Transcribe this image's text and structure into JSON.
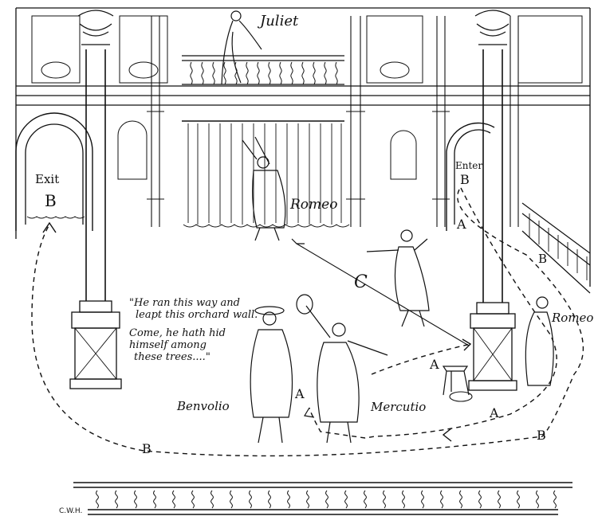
{
  "labels": {
    "juliet": "Juliet",
    "romeo_window": "Romeo",
    "romeo_right": "Romeo",
    "benvolio": "Benvolio",
    "mercutio": "Mercutio",
    "exit": "Exit",
    "enter": "Enter"
  },
  "path_letters": {
    "exit_b": "B",
    "enter_b": "B",
    "a_right_upper": "A",
    "b_right_upper": "B",
    "c_center": "C",
    "a_right_mid": "A",
    "a_left": "A",
    "a_bottom_right": "A",
    "b_bottom_right": "B",
    "b_bottom_left": "B"
  },
  "quote": {
    "line1": "\"He ran this way and",
    "line2": "leapt this orchard wall.",
    "line3": "Come, he hath hid",
    "line4": "himself among",
    "line5": "these trees....\""
  },
  "signature": "C.W.H.",
  "colors": {
    "ink": "#111111",
    "paper": "#ffffff",
    "shade": "#d8d8d8"
  }
}
